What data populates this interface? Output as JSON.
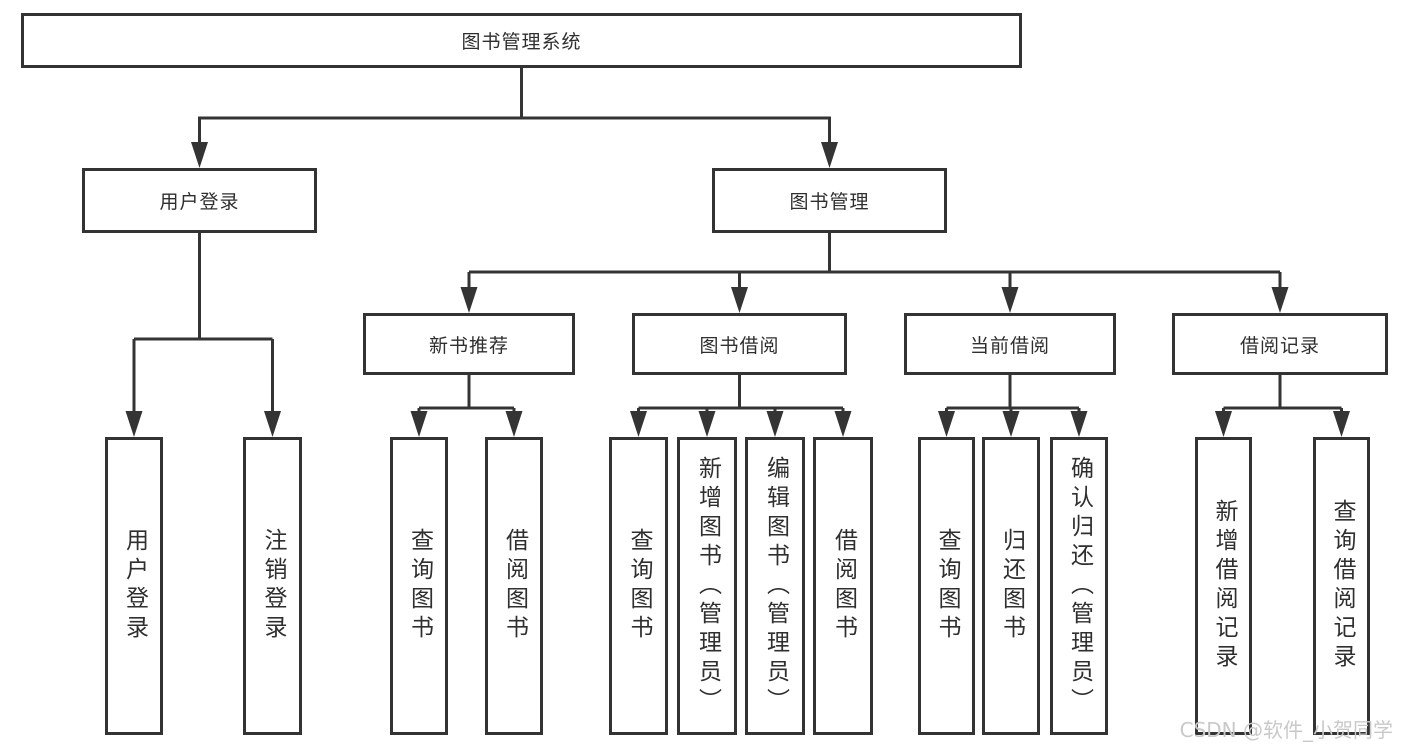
{
  "tree": {
    "root": {
      "label": "图书管理系统"
    },
    "branches": [
      {
        "label": "用户登录",
        "children": [
          {
            "label": "用户登录"
          },
          {
            "label": "注销登录"
          }
        ]
      },
      {
        "label": "图书管理",
        "children": [
          {
            "label": "新书推荐",
            "children": [
              {
                "label": "查询图书"
              },
              {
                "label": "借阅图书"
              }
            ]
          },
          {
            "label": "图书借阅",
            "children": [
              {
                "label": "查询图书"
              },
              {
                "label": "新增图书（管理员）"
              },
              {
                "label": "编辑图书（管理员）"
              },
              {
                "label": "借阅图书"
              }
            ]
          },
          {
            "label": "当前借阅",
            "children": [
              {
                "label": "查询图书"
              },
              {
                "label": "归还图书"
              },
              {
                "label": "确认归还（管理员）"
              }
            ]
          },
          {
            "label": "借阅记录",
            "children": [
              {
                "label": "新增借阅记录"
              },
              {
                "label": "查询借阅记录"
              }
            ]
          }
        ]
      }
    ]
  },
  "watermark": "CSDN @软件_小贺同学",
  "colors": {
    "line": "#343434",
    "box_border": "#333333",
    "label_text": "#2f2f2f",
    "watermark": "#c9c9c9",
    "canvas_bg": "#ffffff"
  }
}
